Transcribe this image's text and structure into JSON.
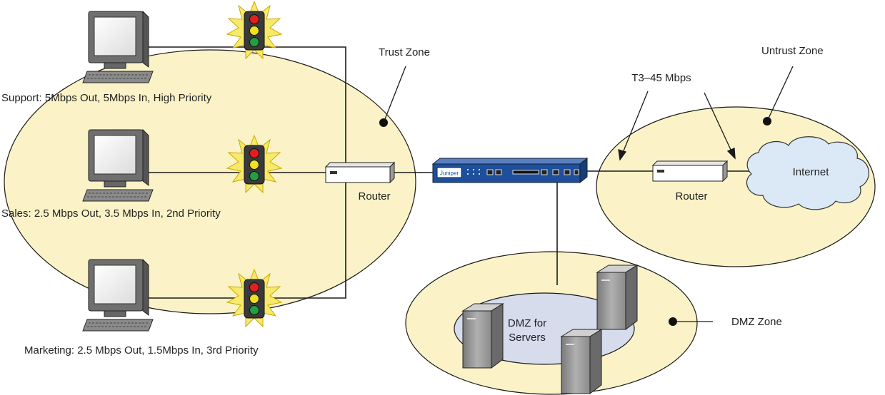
{
  "zones": {
    "trust": "Trust Zone",
    "untrust": "Untrust Zone",
    "dmz": "DMZ Zone",
    "dmz_servers_line1": "DMZ for",
    "dmz_servers_line2": "Servers"
  },
  "hosts": [
    {
      "name": "support",
      "label": "Support: 5Mbps Out, 5Mbps In, High Priority"
    },
    {
      "name": "sales",
      "label": "Sales: 2.5 Mbps Out, 3.5 Mbps In, 2nd Priority"
    },
    {
      "name": "marketing",
      "label": "Marketing: 2.5 Mbps Out, 1.5Mbps In, 3rd Priority"
    }
  ],
  "routers": {
    "trust_router": "Router",
    "untrust_router": "Router"
  },
  "link": {
    "t3": "T3–45 Mbps"
  },
  "internet": "Internet",
  "firewall_logo": "Juniper",
  "colors": {
    "zone_fill": "#fbf3c7",
    "dmz_inner_fill": "#d6dcec",
    "cloud_fill": "#dbe9f6",
    "firewall_blue": "#1e4f9c",
    "light_red": "#e02020",
    "light_yellow": "#f0e020",
    "light_green": "#20a040",
    "starburst": "#f7e96a"
  }
}
